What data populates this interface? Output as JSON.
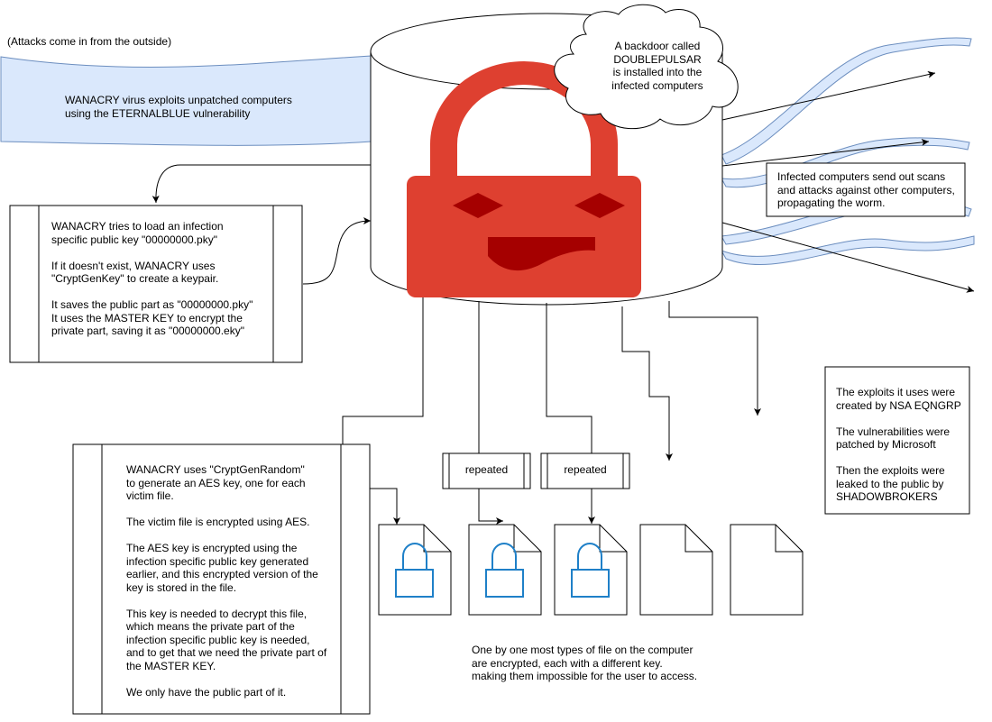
{
  "outside_note": "(Attacks come in from the outside)",
  "incoming_attack": {
    "lines": [
      "WANACRY virus exploits unpatched computers",
      "using the ETERNALBLUE vulnerability"
    ]
  },
  "backdoor_cloud": {
    "lines": [
      "A backdoor called",
      "DOUBLEPULSAR",
      "is installed into the",
      "infected computers"
    ]
  },
  "propagation_note": {
    "lines": [
      "Infected computers send out scans",
      "and attacks against other computers,",
      "propagating the worm."
    ]
  },
  "keypair_process": {
    "paragraphs": [
      [
        "WANACRY tries to load an infection",
        "specific public key \"00000000.pky\""
      ],
      [
        "If it doesn't exist, WANACRY uses",
        "\"CryptGenKey\" to create a keypair."
      ],
      [
        "It saves the public part as \"00000000.pky\"",
        "It uses the MASTER KEY to encrypt the",
        "private part, saving it as \"00000000.eky\""
      ]
    ]
  },
  "encryption_process": {
    "paragraphs": [
      [
        "WANACRY uses \"CryptGenRandom\"",
        "to generate an AES key, one for each",
        "victim file."
      ],
      [
        "The victim file is encrypted using AES."
      ],
      [
        "The AES key is encrypted using the",
        "infection specific public key generated",
        "earlier, and this encrypted version of the",
        "key is stored in the file."
      ],
      [
        "This key is needed to decrypt this file,",
        "which means the private part of the",
        "infection specific public key is needed,",
        "and to get that we need the private part of",
        "the MASTER KEY."
      ],
      [
        "We only have the public part of it."
      ]
    ]
  },
  "repeated_labels": [
    "repeated",
    "repeated"
  ],
  "files_note": {
    "lines": [
      "One by one most types of file on the computer",
      "are encrypted, each with a different key.",
      "making them impossible for the user to access."
    ]
  },
  "exploits_note": {
    "paragraphs": [
      [
        "The exploits it uses were",
        "created by NSA EQNGRP"
      ],
      [
        "The vulnerabilities were",
        "patched by Microsoft"
      ],
      [
        "Then the exploits were",
        "leaked to the public by",
        "SHADOWBROKERS"
      ]
    ]
  },
  "colors": {
    "lock_body": "#de4030",
    "lock_detail": "#a50000",
    "wave_fill": "#dae8fc",
    "wave_stroke": "#6c8ebf",
    "file_lock": "#1f80c8",
    "stroke": "#000000"
  },
  "icons": {
    "central": "padlock-icon",
    "encrypted_file": "locked-file-icon",
    "plain_file": "file-icon",
    "backdoor": "cloud-shape"
  },
  "file_icons": {
    "locked_count": 3,
    "plain_count": 2
  }
}
